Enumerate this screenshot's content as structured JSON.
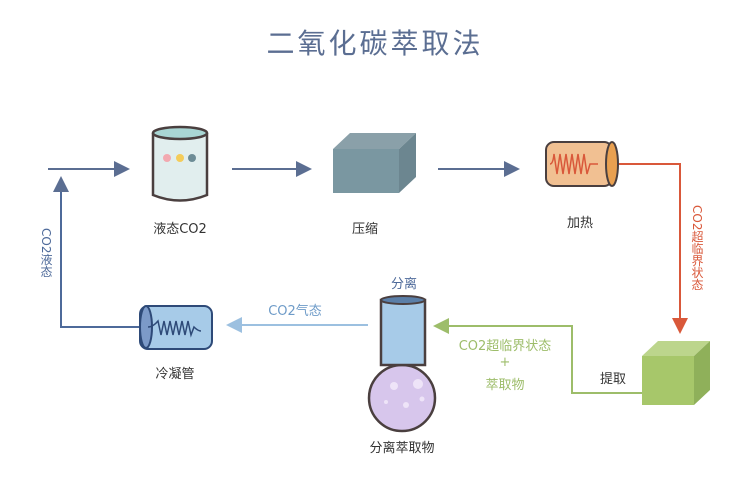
{
  "title": "二氧化碳萃取法",
  "nodes": {
    "liquid_co2": "液态CO2",
    "compress": "压缩",
    "heat": "加热",
    "extract": "提取",
    "separate_top": "分离",
    "separate_product": "分离萃取物",
    "condenser": "冷凝管"
  },
  "edges": {
    "supercritical_down": "CO2超临界状态",
    "supercritical_plus": "CO2超临界状态",
    "plus": "+",
    "extract_product": "萃取物",
    "gas": "CO2气态",
    "liquid_up": "CO2液态"
  },
  "colors": {
    "title": "#5b6e92",
    "main_arrow": "#5b6e92",
    "heat_arrow": "#d9583a",
    "green_arrow": "#9dbd6a",
    "gas_arrow": "#9cc0e0",
    "liquid_arrow": "#4e6a9a"
  }
}
